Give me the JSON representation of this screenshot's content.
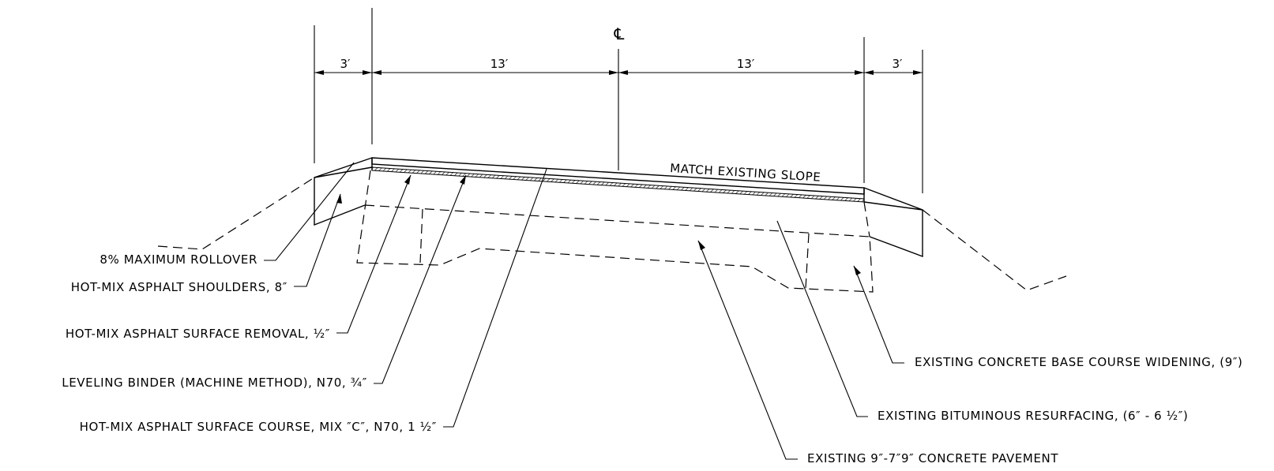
{
  "centerline_symbol": "℄",
  "dimensions": {
    "left_shoulder": "3′",
    "left_lane": "13′",
    "right_lane": "13′",
    "right_shoulder": "3′"
  },
  "slope_note": "MATCH EXISTING SLOPE",
  "left_callouts": [
    "8% MAXIMUM ROLLOVER",
    "HOT-MIX ASPHALT SHOULDERS, 8″",
    "HOT-MIX ASPHALT SURFACE REMOVAL, ½″",
    "LEVELING BINDER (MACHINE METHOD), N70, ¾″",
    "HOT-MIX ASPHALT SURFACE COURSE, MIX ″C″, N70, 1 ½″"
  ],
  "right_callouts": [
    "EXISTING CONCRETE BASE COURSE WIDENING, (9″)",
    "EXISTING BITUMINOUS RESURFACING, (6″ - 6 ½″)",
    "EXISTING 9″-7″9″ CONCRETE PAVEMENT"
  ]
}
